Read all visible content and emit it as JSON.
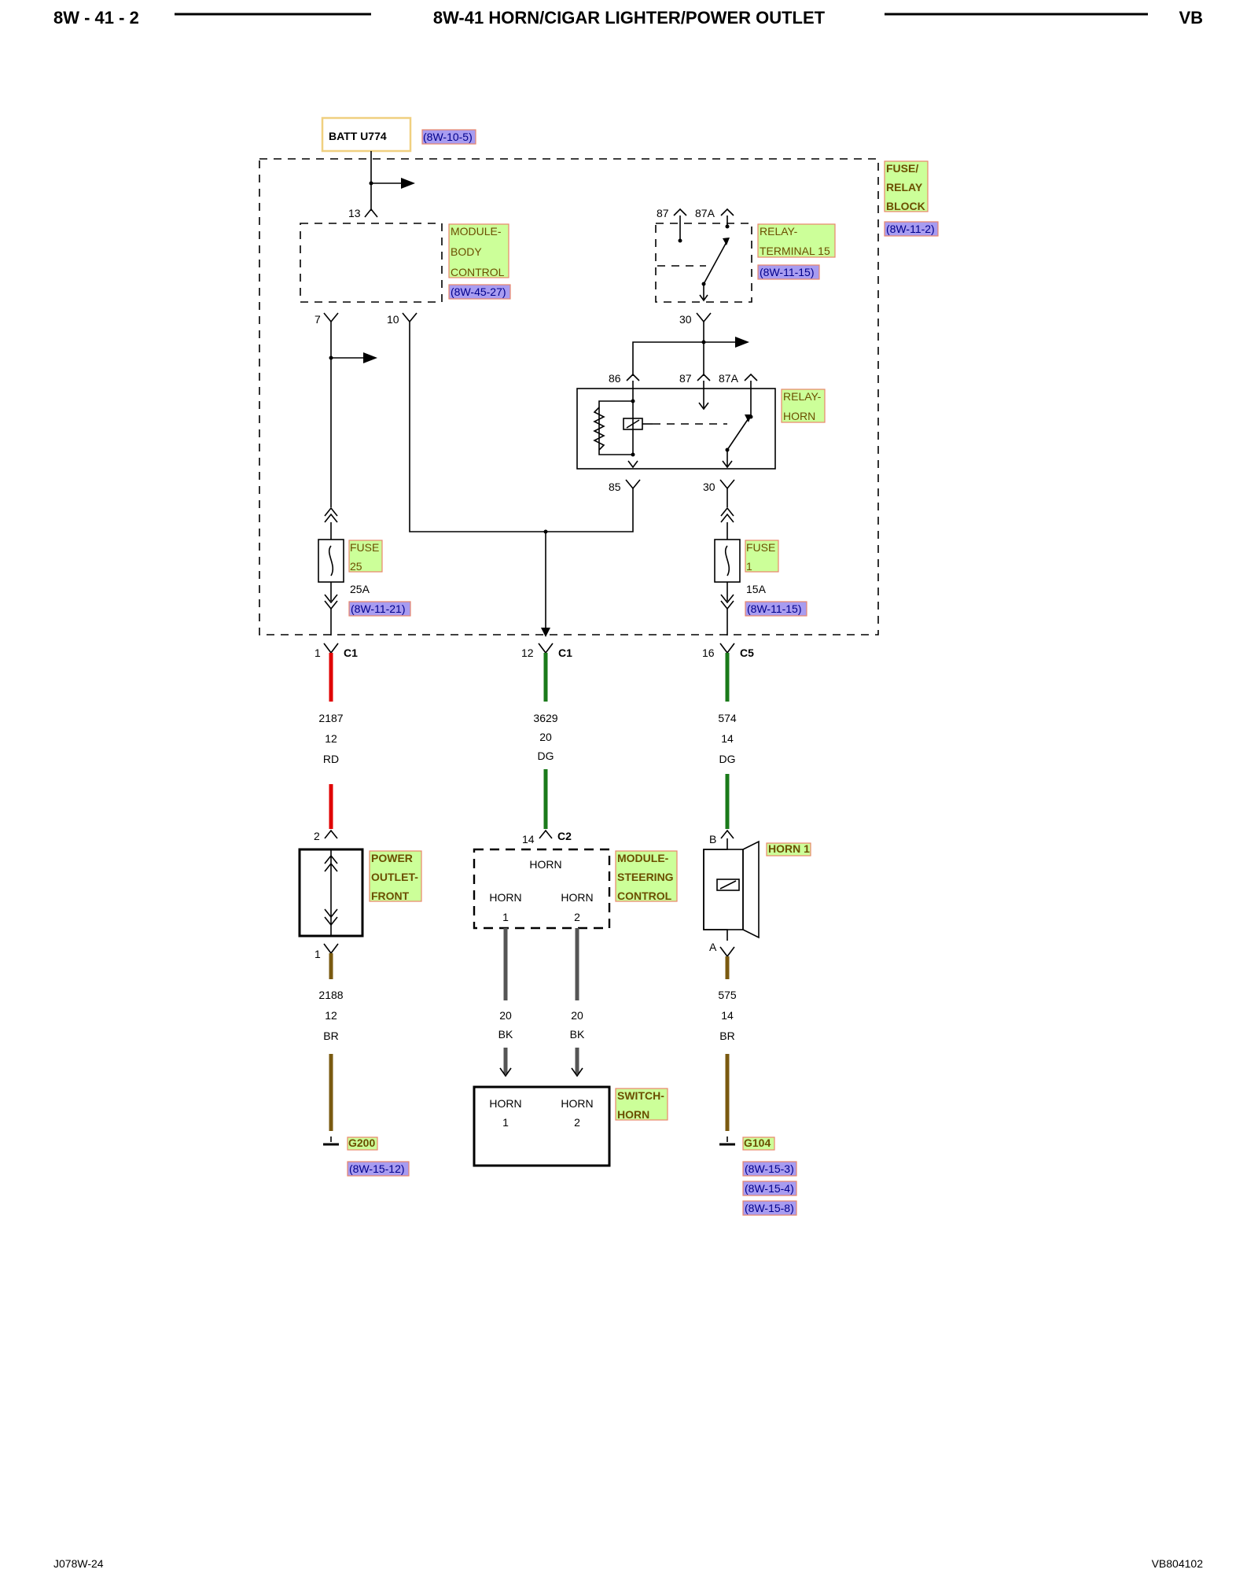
{
  "header": {
    "page_code": "8W - 41 - 2",
    "title": "8W-41 HORN/CIGAR LIGHTER/POWER OUTLET",
    "model": "VB"
  },
  "footer": {
    "left_code": "J078W-24",
    "right_code": "VB804102"
  },
  "colors": {
    "red_wire": "#e00000",
    "dark_green_wire": "#1a7a1a",
    "brown_wire": "#7a5a10",
    "black_wire": "#555555",
    "component_tag_fill": "#ccff99",
    "reference_tag_fill": "#a89cf0",
    "tag_border": "#e8866a"
  },
  "power_source": {
    "label": "BATT U774",
    "ref": "(8W-10-5)"
  },
  "fuse_relay_block": {
    "name_lines": [
      "FUSE/",
      "RELAY",
      "BLOCK"
    ],
    "ref": "(8W-11-2)"
  },
  "module_body_control": {
    "name_lines": [
      "MODULE-",
      "BODY",
      "CONTROL"
    ],
    "ref": "(8W-45-27)",
    "pin_in": "13",
    "pin_out_a": "7",
    "pin_out_b": "10"
  },
  "relay_terminal15": {
    "name_lines": [
      "RELAY-",
      "TERMINAL 15"
    ],
    "ref": "(8W-11-15)",
    "pin_87": "87",
    "pin_87a": "87A",
    "pin_30": "30"
  },
  "relay_horn": {
    "name_lines": [
      "RELAY-",
      "HORN"
    ],
    "pin_86": "86",
    "pin_87": "87",
    "pin_87a": "87A",
    "pin_85": "85",
    "pin_30": "30"
  },
  "fuse_25": {
    "name_lines": [
      "FUSE",
      "25"
    ],
    "rating": "25A",
    "ref": "(8W-11-21)"
  },
  "fuse_1": {
    "name_lines": [
      "FUSE",
      "1"
    ],
    "rating": "15A",
    "ref": "(8W-11-15)"
  },
  "connectors": [
    {
      "pin": "1",
      "name": "C1"
    },
    {
      "pin": "12",
      "name": "C1"
    },
    {
      "pin": "16",
      "name": "C5"
    }
  ],
  "wires_upper": [
    {
      "circuit": "2187",
      "gauge": "12",
      "color": "RD"
    },
    {
      "circuit": "3629",
      "gauge": "20",
      "color": "DG"
    },
    {
      "circuit": "574",
      "gauge": "14",
      "color": "DG"
    }
  ],
  "power_outlet_front": {
    "name_lines": [
      "POWER",
      "OUTLET-",
      "FRONT"
    ],
    "pin_top": "2",
    "pin_bottom": "1"
  },
  "module_steering_control": {
    "name_lines": [
      "MODULE-",
      "STEERING",
      "CONTROL"
    ],
    "connector_pin": "14",
    "connector_name": "C2",
    "inner_top": "HORN",
    "inner_left": [
      "HORN",
      "1"
    ],
    "inner_right": [
      "HORN",
      "2"
    ]
  },
  "horn_1": {
    "name": "HORN 1",
    "pin_b": "B",
    "pin_a": "A"
  },
  "wires_lower": {
    "outlet": {
      "circuit": "2188",
      "gauge": "12",
      "color": "BR"
    },
    "steering_left": {
      "gauge": "20",
      "color": "BK"
    },
    "steering_right": {
      "gauge": "20",
      "color": "BK"
    },
    "horn": {
      "circuit": "575",
      "gauge": "14",
      "color": "BR"
    }
  },
  "switch_horn": {
    "name_lines": [
      "SWITCH-",
      "HORN"
    ],
    "inner_left": [
      "HORN",
      "1"
    ],
    "inner_right": [
      "HORN",
      "2"
    ]
  },
  "ground_g200": {
    "name": "G200",
    "refs": [
      "(8W-15-12)"
    ]
  },
  "ground_g104": {
    "name": "G104",
    "refs": [
      "(8W-15-3)",
      "(8W-15-4)",
      "(8W-15-8)"
    ]
  }
}
